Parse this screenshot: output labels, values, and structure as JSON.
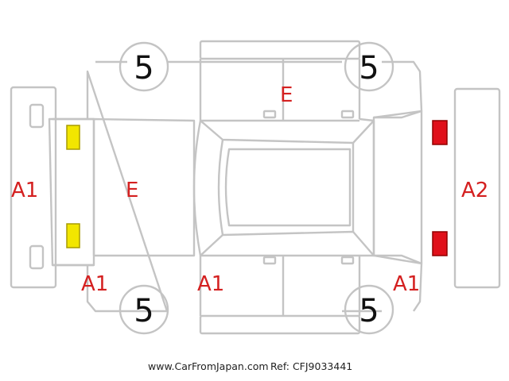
{
  "labels": {
    "front_bumper": "A1",
    "rear_bumper": "A2",
    "hood": "E",
    "roof_top": "E",
    "front_left_corner": "A1",
    "left_side": "A1",
    "rear_left_corner": "A1"
  },
  "wheels": {
    "top_left": "5",
    "top_right": "5",
    "bottom_left": "5",
    "bottom_right": "5"
  },
  "footer": {
    "site": "www.CarFromJapan.com",
    "ref": "Ref: CFJ9033441"
  },
  "colors": {
    "outline": "#c9c9c9",
    "label_red": "#d42020",
    "front_lamp": "#f2e600",
    "rear_lamp": "#e0101a"
  }
}
